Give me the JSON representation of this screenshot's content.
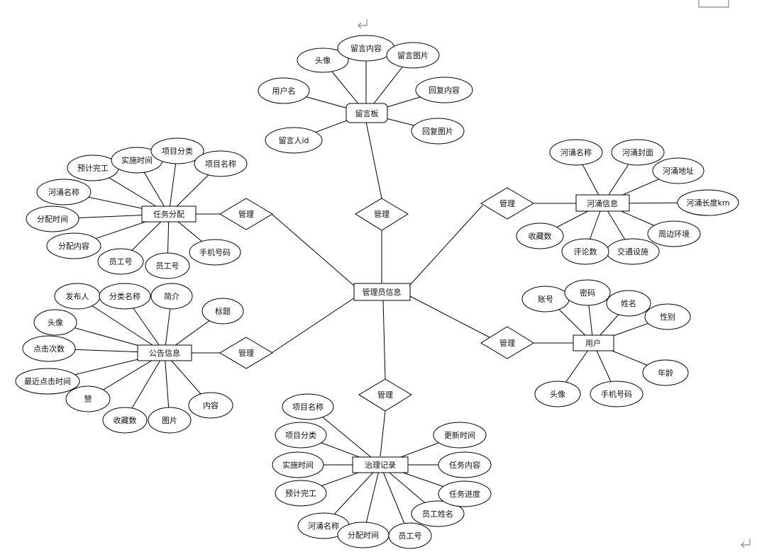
{
  "center": {
    "label": "管理员信息"
  },
  "relations": {
    "r1": "管理",
    "r2": "管理",
    "r3": "管理",
    "r4": "管理",
    "r5": "管理",
    "r6": "管理"
  },
  "entities": {
    "message_board": {
      "label": "留言板",
      "attrs": [
        "头像",
        "留言内容",
        "留言图片",
        "回复内容",
        "回复图片",
        "留言人id",
        "用户名"
      ]
    },
    "river_info": {
      "label": "河涌信息",
      "attrs": [
        "河涌名称",
        "河涌封面",
        "河涌地址",
        "河涌长度km",
        "周边环境",
        "交通设施",
        "评论数",
        "收藏数"
      ]
    },
    "user": {
      "label": "用户",
      "attrs": [
        "账号",
        "密码",
        "姓名",
        "性别",
        "年龄",
        "手机号码",
        "头像"
      ]
    },
    "task": {
      "label": "任务分配",
      "attrs": [
        "预计完工",
        "实施时间",
        "项目分类",
        "项目名称",
        "河涌名称",
        "分配时间",
        "分配内容",
        "员工号",
        "员工号",
        "手机号码"
      ]
    },
    "notice": {
      "label": "公告信息",
      "attrs": [
        "发布人",
        "分类名称",
        "简介",
        "标题",
        "头像",
        "点击次数",
        "最近点击时间",
        "赞",
        "收藏数",
        "图片",
        "内容"
      ]
    },
    "record": {
      "label": "治理记录",
      "attrs": [
        "项目名称",
        "项目分类",
        "实施时间",
        "预计完工",
        "河涌名称",
        "分配时间",
        "员工号",
        "员工姓名",
        "任务进度",
        "任务内容",
        "更新时间"
      ]
    }
  }
}
